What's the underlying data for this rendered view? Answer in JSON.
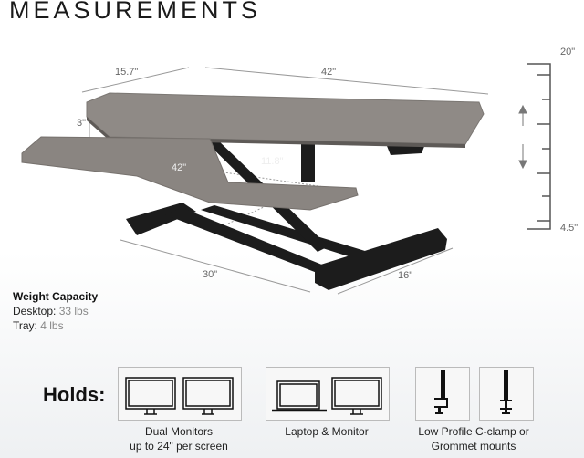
{
  "title": "MEASUREMENTS",
  "dimensions": {
    "top_depth": "15.7\"",
    "top_width": "42\"",
    "gap_height": "3\"",
    "tray_width": "42\"",
    "tray_depth": "11.8\"",
    "base_length": "30\"",
    "base_depth": "16\"",
    "height_max": "20\"",
    "height_min": "4.5\""
  },
  "weight_capacity": {
    "heading": "Weight Capacity",
    "desktop_label": "Desktop:",
    "desktop_value": "33 lbs",
    "tray_label": "Tray:",
    "tray_value": "4 lbs"
  },
  "holds": {
    "label": "Holds:",
    "items": [
      {
        "line1": "Dual Monitors",
        "line2": "up to 24\" per screen",
        "icon": "dual-monitor-icon"
      },
      {
        "line1": "Laptop & Monitor",
        "line2": "",
        "icon": "laptop-monitor-icon"
      },
      {
        "line1": "Low Profile C-clamp or",
        "line2": "Grommet mounts",
        "icon": "clamp-grommet-icon"
      }
    ]
  },
  "colors": {
    "desk_surface": "#8f8a86",
    "frame": "#1c1c1c",
    "dim_line": "#999999"
  }
}
